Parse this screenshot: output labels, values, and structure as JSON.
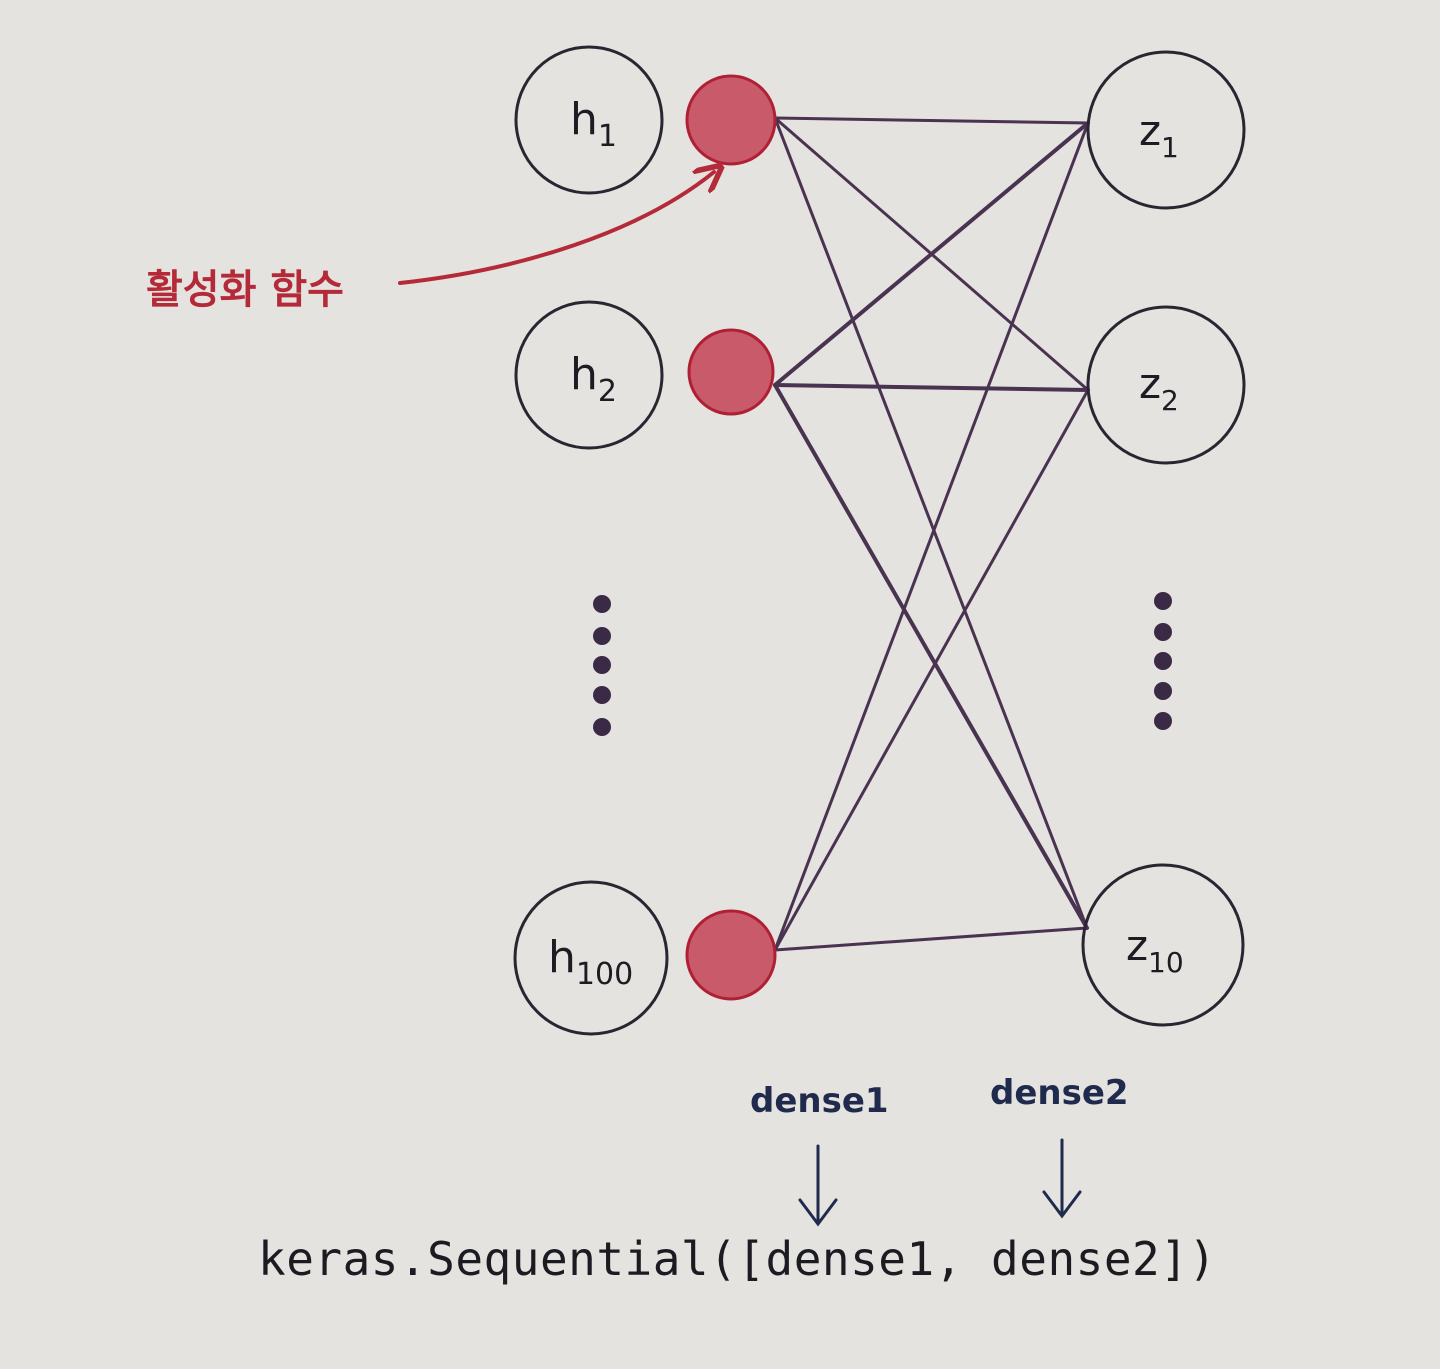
{
  "colors": {
    "background": "#e4e3e0",
    "edge": "#4a3350",
    "neuron_stroke": "#2a2530",
    "activation_fill": "#c85a6a",
    "activation_stroke": "#b02035",
    "annotation": "#b52a38",
    "layer_label": "#1f2a4d",
    "dots": "#3b2a45"
  },
  "input_neurons": [
    {
      "id": "h1",
      "label": "h",
      "subscript": "1"
    },
    {
      "id": "h2",
      "label": "h",
      "subscript": "2"
    },
    {
      "id": "h100",
      "label": "h",
      "subscript": "100"
    }
  ],
  "output_neurons": [
    {
      "id": "z1",
      "label": "z",
      "subscript": "1"
    },
    {
      "id": "z2",
      "label": "z",
      "subscript": "2"
    },
    {
      "id": "z10",
      "label": "z",
      "subscript": "10"
    }
  ],
  "activation_annotation": "활성화 함수",
  "layer_labels": {
    "dense1": "dense1",
    "dense2": "dense2"
  },
  "code_line": "keras.Sequential([dense1, dense2])"
}
